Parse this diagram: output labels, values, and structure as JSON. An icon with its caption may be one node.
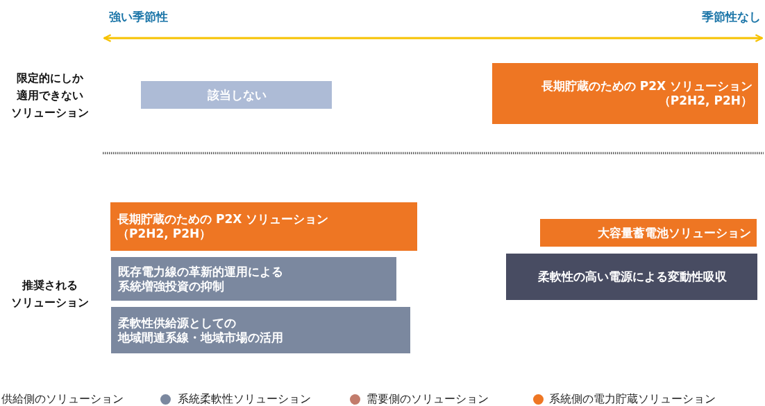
{
  "diagram": {
    "nodes": [
      {
        "text": [
          "該当しない"
        ]
      },
      {
        "text": [
          "長期貯蔵のための P2X ソリューション（P2H2, P2H）"
        ]
      },
      {
        "text": [
          "長期貯蔵のための P2X ソリューション（P2H2, P2H）"
        ]
      },
      {
        "text": [
          "既存電力線の革新的運用による系統増強投資の抑制"
        ]
      },
      {
        "text": [
          "柔軟性供給源としての地域間連系線・地域市場の活用"
        ]
      },
      {
        "text": [
          "大容量蓄電池ソリューション"
        ]
      },
      {
        "text": [
          "柔軟性の高い電源による変動性吸収"
        ]
      }
    ],
    "edges": [],
    "labels": [
      "強い季節性",
      "季節性なし",
      "限定的にしか適用できないソリューション",
      "推奨されるソリューション"
    ],
    "legend": [
      {
        "text": "供給側のソリューション"
      },
      {
        "text": "系統柔軟性ソリューション",
        "color": "#7b889f"
      },
      {
        "text": "需要側のソリューション",
        "color": "#c27c6c"
      },
      {
        "text": "系統側の電力貯蔵ソリューション",
        "color": "#ee7623"
      }
    ]
  }
}
